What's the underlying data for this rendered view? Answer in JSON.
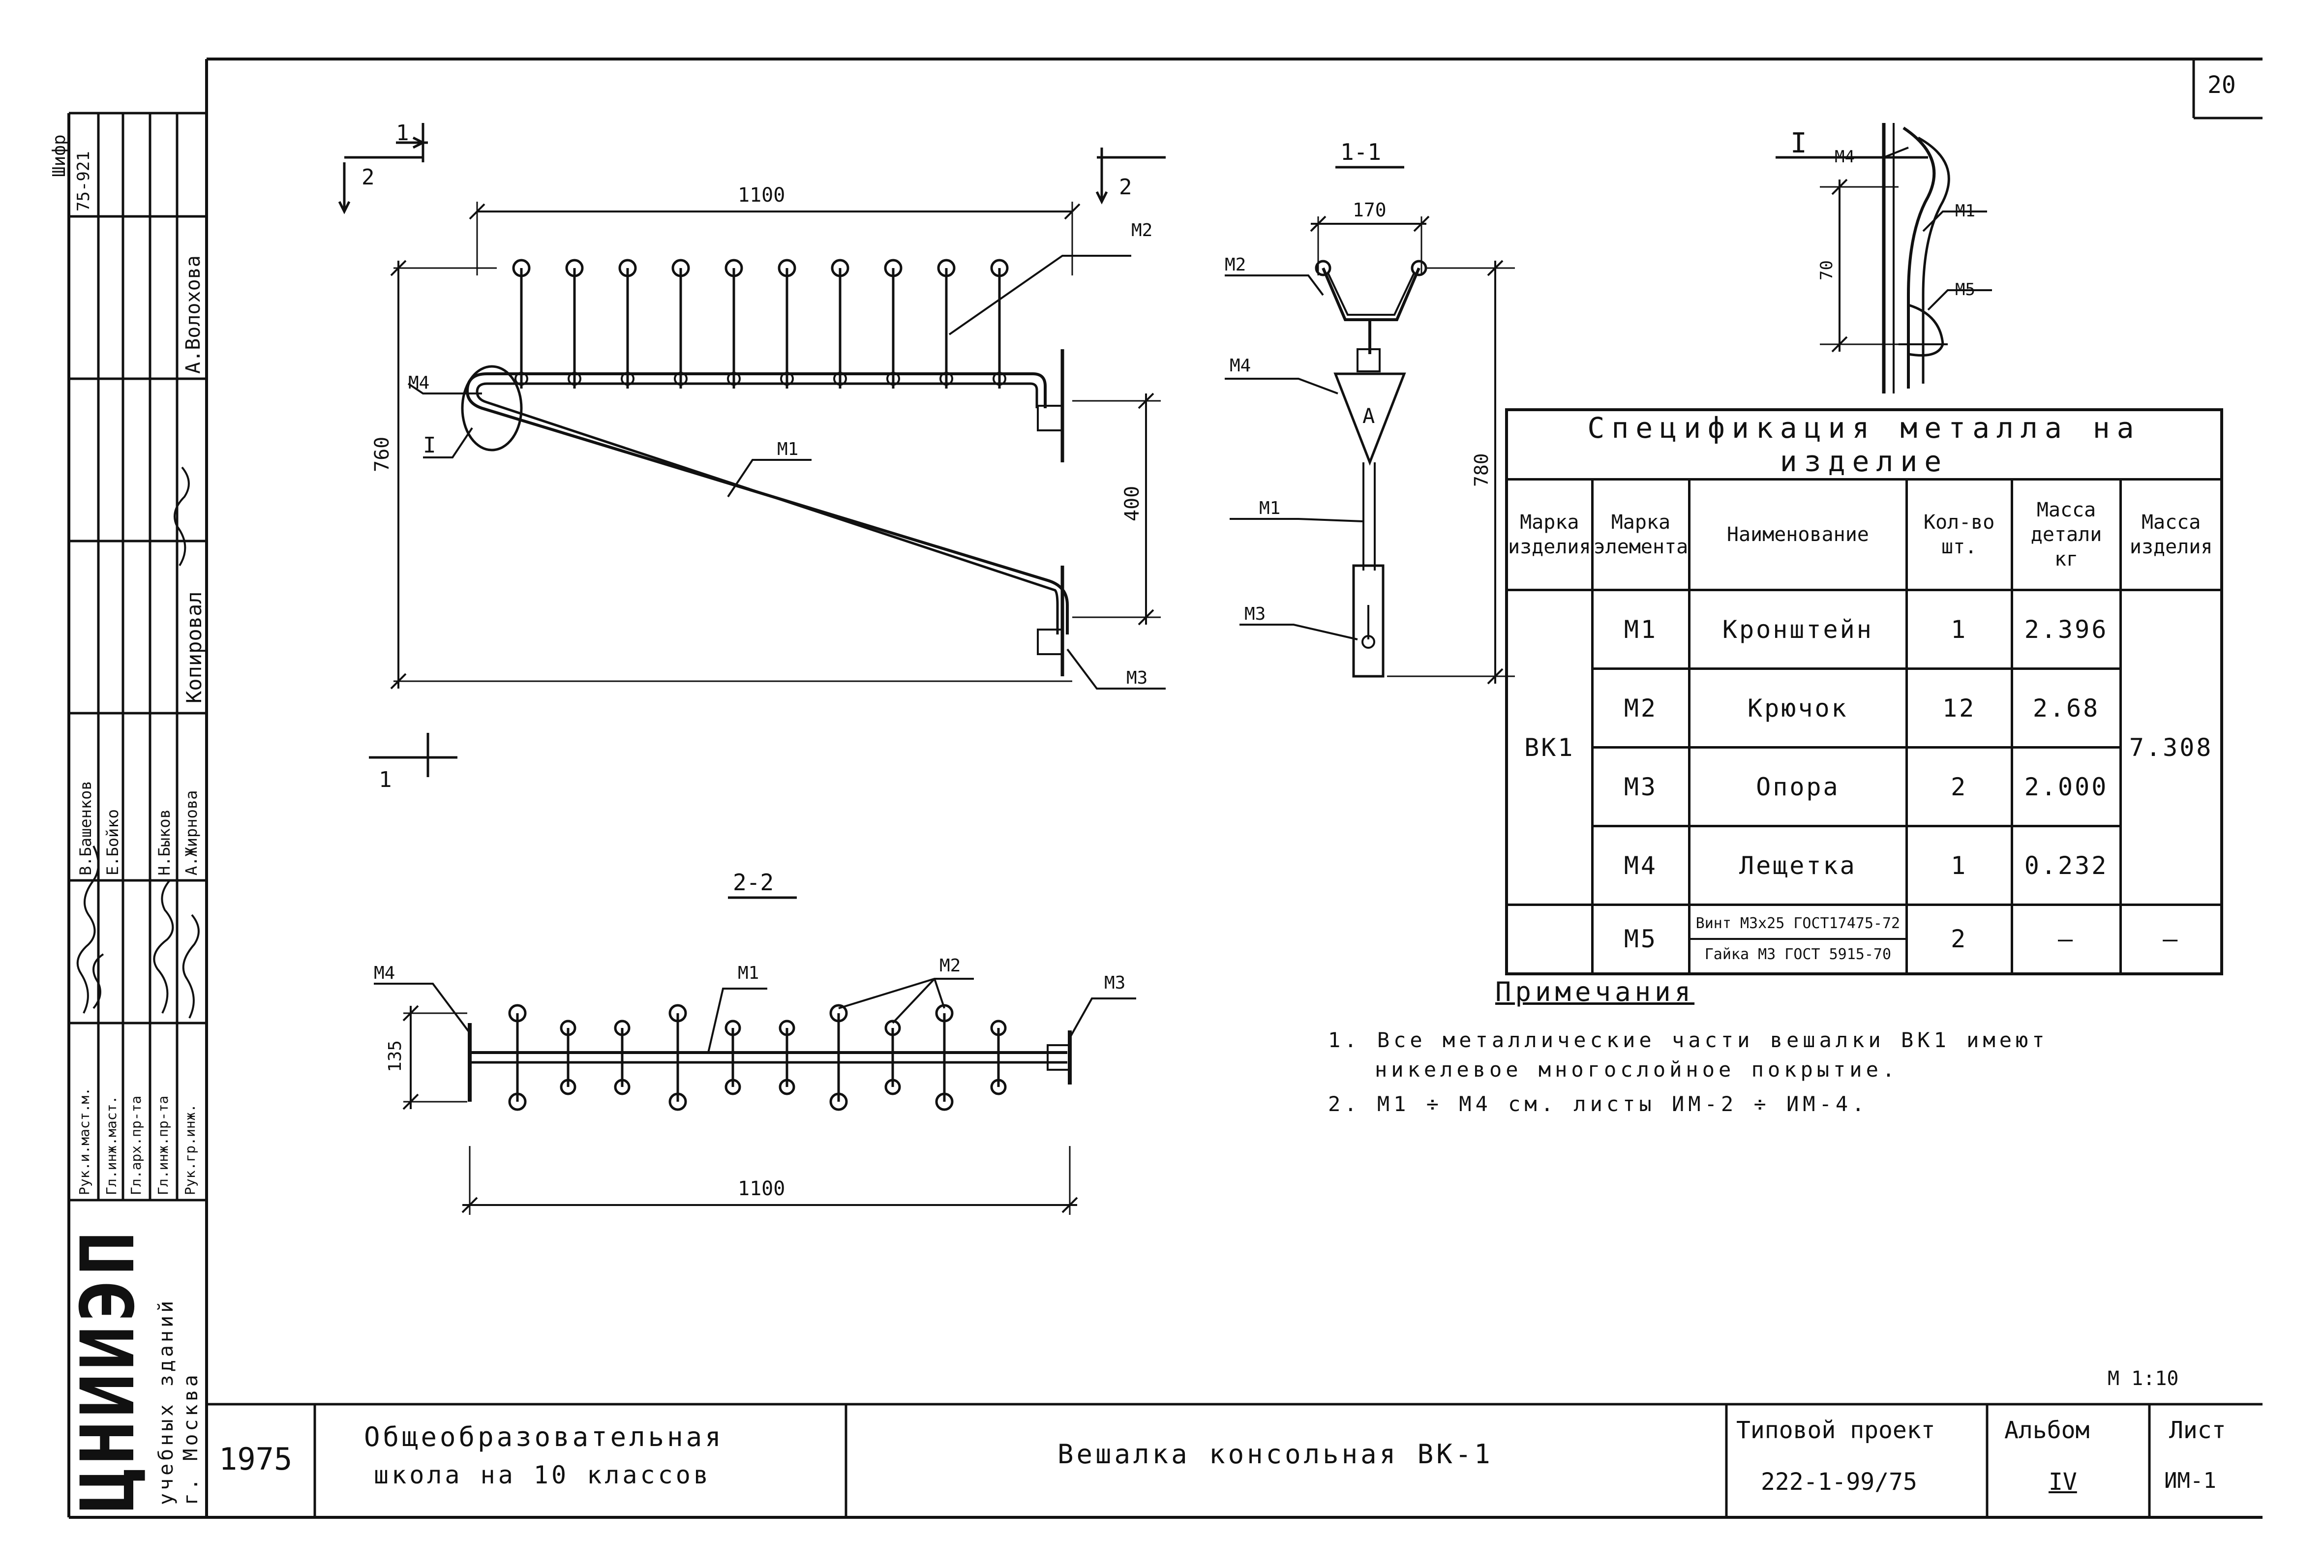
{
  "sheet_number": "20",
  "scale": "М 1:10",
  "drawings": {
    "main": {
      "top_dim": "1100",
      "height_dim": "760",
      "mid_dim": "400",
      "section_marks": [
        "1",
        "2",
        "2",
        "1"
      ],
      "detail_mark": "I",
      "labels": {
        "m1": "М1",
        "m2": "М2",
        "m3": "М3",
        "m4": "М4"
      }
    },
    "section_1_1": {
      "title": "1-1",
      "width_dim": "170",
      "height_dim": "780",
      "node_label": "А",
      "labels": {
        "m1": "М1",
        "m2": "М2",
        "m3": "М3",
        "m4": "М4"
      }
    },
    "detail_i": {
      "title": "I",
      "dim": "70",
      "labels": {
        "m1": "М1",
        "m4": "М4",
        "m5": "М5"
      }
    },
    "section_2_2": {
      "title": "2-2",
      "length_dim": "1100",
      "height_dim": "135",
      "labels": {
        "m1": "М1",
        "m2": "М2",
        "m3": "М3",
        "m4": "М4"
      }
    }
  },
  "spec": {
    "title": "Спецификация металла на изделие",
    "headers": {
      "mark_product": "Марка изделия",
      "mark_element": "Марка элемента",
      "name": "Наименование",
      "qty": "Кол-во шт.",
      "mass_part": "Масса детали кг",
      "mass_product": "Масса изделия"
    },
    "product_mark": "ВК1",
    "product_mass": "7.308",
    "rows": [
      {
        "element": "М1",
        "name": "Кронштейн",
        "qty": "1",
        "mass": "2.396"
      },
      {
        "element": "М2",
        "name": "Крючок",
        "qty": "12",
        "mass": "2.68"
      },
      {
        "element": "М3",
        "name": "Опора",
        "qty": "2",
        "mass": "2.000"
      },
      {
        "element": "М4",
        "name": "Лещетка",
        "qty": "1",
        "mass": "0.232"
      },
      {
        "element": "М5",
        "name_line1": "Винт М3х25 ГОСТ17475-72",
        "name_line2": "Гайка М3 ГОСТ 5915-70",
        "qty": "2",
        "mass": "—",
        "product_mass": "—"
      }
    ]
  },
  "notes": {
    "title": "Примечания",
    "lines": [
      "1. Все металлические части вешалки ВК1 имеют",
      "никелевое многослойное покрытие.",
      "2. М1 ÷ М4 см. листы ИМ-2 ÷ ИМ-4."
    ]
  },
  "title_block": {
    "year": "1975",
    "school_line1": "Общеобразовательная",
    "school_line2": "школа на 10 классов",
    "product": "Вешалка консольная ВК-1",
    "project_label": "Типовой проект",
    "project_number": "222-1-99/75",
    "album_label": "Альбом",
    "album_value": "IV",
    "sheet_label": "Лист",
    "sheet_value": "ИМ-1"
  },
  "side_block": {
    "cipher_label": "Шифр",
    "cipher_value": "75-921",
    "roles": [
      "Рук.и.маст.м.",
      "Гл.инж.маст.",
      "Гл.арх.пр-та",
      "Гл.инж.пр-та",
      "Рук.гр.инж."
    ],
    "names": [
      "В.Башенков",
      "Е.Бойко",
      "Н.Быков",
      "А.Жирнова"
    ],
    "copied_label": "Копировал",
    "copied_name": "А.Волохова",
    "org_logo": "ЦНИИЭП",
    "org_line1": "учебных зданий",
    "org_line2": "г. Москва"
  }
}
